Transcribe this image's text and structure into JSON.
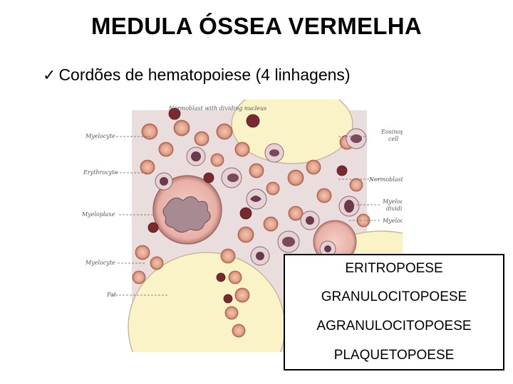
{
  "slide": {
    "title": "MEDULA ÓSSEA VERMELHA",
    "bullet_mark": "✓",
    "bullet_text": "Cordões de hematopoiese (4 linhagens)"
  },
  "figure": {
    "labels": {
      "normoblast_dividing": "Normoblast with dividing nucleus",
      "myelocyte_1": "Myelocyte",
      "erythrocyte": "Erythrocyte",
      "myeloplaxe": "Myeloplaxe",
      "myelocyte_2": "Myelocyte",
      "fat": "Fat",
      "eosinophil": "Eosinophil",
      "eosinophil_cell": "cell",
      "normoblasts": "Normoblasts",
      "myelocyte_dividing_1": "Myelocyte",
      "myelocyte_dividing_2": "dividing",
      "myelocyte_3": "Myelocyte"
    }
  },
  "legend": {
    "items": [
      "ERITROPOESE",
      "GRANULOCITOPOESE",
      "AGRANULOCITOPOESE",
      "PLAQUETOPOESE"
    ]
  },
  "colors": {
    "fat": "#fbf3c8",
    "erythrocyte": "#e3a48a",
    "nucleus": "#6b3a4a",
    "normoblast": "#7a2a2e"
  }
}
